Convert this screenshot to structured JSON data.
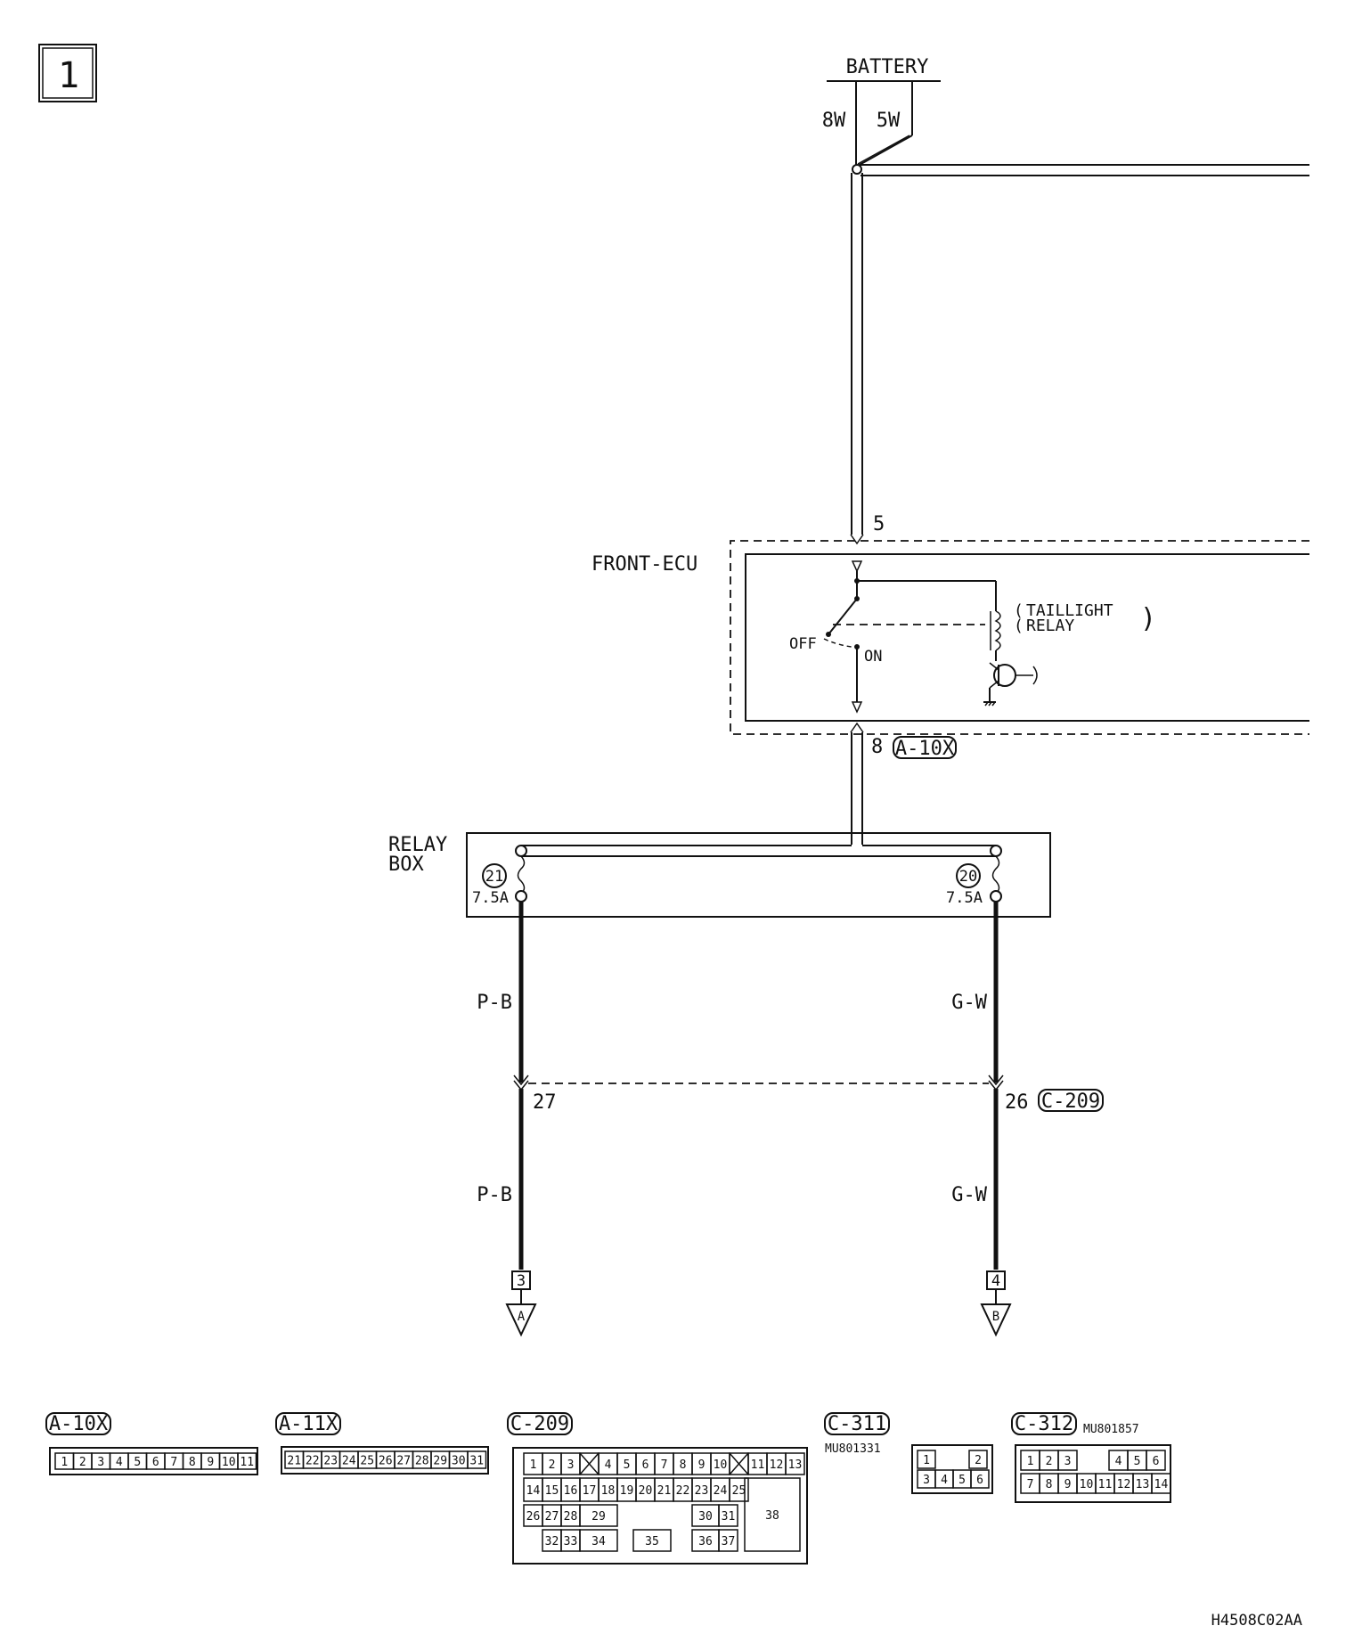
{
  "page": {
    "sheet_number": "1",
    "drawing_code": "H4508C02AA"
  },
  "battery": {
    "label": "BATTERY",
    "fusible_links": [
      "8W",
      "5W"
    ]
  },
  "front_ecu": {
    "label": "FRONT-ECU",
    "input_pin": "5",
    "output_pin": "8",
    "output_connector": "A-10X",
    "relay_label_line1": "TAILLIGHT",
    "relay_label_line2": "RELAY",
    "switch_off": "OFF",
    "switch_on": "ON"
  },
  "relay_box": {
    "label_line1": "RELAY",
    "label_line2": "BOX",
    "fuses": [
      {
        "number": "21",
        "rating": "7.5A"
      },
      {
        "number": "20",
        "rating": "7.5A"
      }
    ]
  },
  "wires": {
    "left_upper": "P-B",
    "left_lower": "P-B",
    "right_upper": "G-W",
    "right_lower": "G-W",
    "left_pin": "27",
    "right_pin": "26",
    "intermediate_connector": "C-209"
  },
  "continuations": [
    {
      "number": "3",
      "ref": "A"
    },
    {
      "number": "4",
      "ref": "B"
    }
  ],
  "connectors": {
    "a10x": {
      "name": "A-10X",
      "pins": [
        "1",
        "2",
        "3",
        "4",
        "5",
        "6",
        "7",
        "8",
        "9",
        "10",
        "11"
      ]
    },
    "a11x": {
      "name": "A-11X",
      "pins": [
        "21",
        "22",
        "23",
        "24",
        "25",
        "26",
        "27",
        "28",
        "29",
        "30",
        "31"
      ]
    },
    "c209": {
      "name": "C-209",
      "row1": [
        "1",
        "2",
        "3",
        "",
        "4",
        "5",
        "6",
        "7",
        "8",
        "9",
        "10",
        "",
        "11",
        "12",
        "13"
      ],
      "row2": [
        "14",
        "15",
        "16",
        "17",
        "18",
        "19",
        "20",
        "21",
        "22",
        "23",
        "24",
        "25"
      ],
      "row3": [
        "26",
        "27",
        "28",
        "29",
        "30",
        "31"
      ],
      "row4": [
        "32",
        "33",
        "34",
        "35",
        "36",
        "37"
      ],
      "big": "38"
    },
    "c311": {
      "name": "C-311",
      "part": "MU801331",
      "top": [
        "1",
        "2"
      ],
      "bottom": [
        "3",
        "4",
        "5",
        "6"
      ]
    },
    "c312": {
      "name": "C-312",
      "part": "MU801857",
      "top": [
        "1",
        "2",
        "3",
        "4",
        "5",
        "6"
      ],
      "bottom": [
        "7",
        "8",
        "9",
        "10",
        "11",
        "12",
        "13",
        "14"
      ]
    }
  }
}
